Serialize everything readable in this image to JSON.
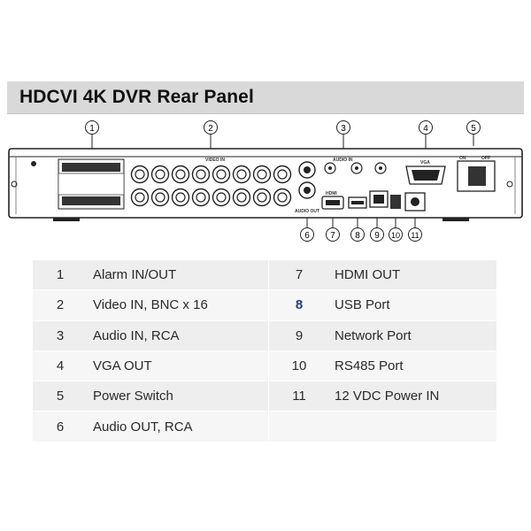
{
  "title": "HDCVI 4K DVR Rear Panel",
  "callouts": [
    "1",
    "2",
    "3",
    "4",
    "5",
    "6",
    "7",
    "8",
    "9",
    "10",
    "11"
  ],
  "panel_labels": {
    "video_in": "VIDEO IN",
    "audio_in": "AUDIO IN",
    "audio_out": "AUDIO OUT",
    "hdmi": "HDMI",
    "vga": "VGA",
    "power_on": "ON",
    "power_off": "OFF"
  },
  "table": {
    "rows": [
      {
        "left_num": "1",
        "left_label": "Alarm IN/OUT",
        "right_num": "7",
        "right_label": "HDMI OUT"
      },
      {
        "left_num": "2",
        "left_label": "Video IN, BNC x 16",
        "right_num": "8",
        "right_label": "USB Port"
      },
      {
        "left_num": "3",
        "left_label": "Audio IN, RCA",
        "right_num": "9",
        "right_label": "Network Port"
      },
      {
        "left_num": "4",
        "left_label": "VGA OUT",
        "right_num": "10",
        "right_label": "RS485 Port"
      },
      {
        "left_num": "5",
        "left_label": "Power Switch",
        "right_num": "11",
        "right_label": "12 VDC Power IN"
      },
      {
        "left_num": "6",
        "left_label": "Audio OUT, RCA",
        "right_num": "",
        "right_label": ""
      }
    ]
  },
  "colors": {
    "title_bg": "#d9d9d9",
    "highlight_number": "#1f3f7a"
  }
}
